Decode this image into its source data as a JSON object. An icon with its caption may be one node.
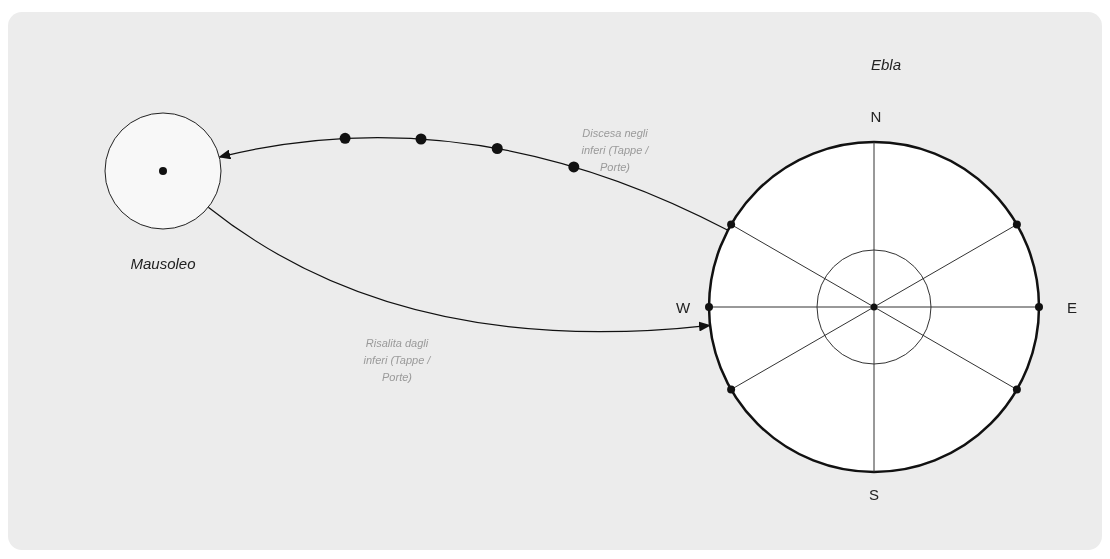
{
  "diagram": {
    "nodes": [
      {
        "text": [
          "Mausoleo"
        ]
      },
      {
        "text": [
          "Ebla"
        ]
      }
    ],
    "edges": [
      {
        "from": 1,
        "to": 0,
        "arrow": "to",
        "label": "Discesa negli inferi (Tappe / Porte)"
      },
      {
        "from": 0,
        "to": 1,
        "arrow": "to",
        "label": "Risalita dagli inferi (Tappe / Porte)"
      }
    ],
    "labels": [
      "N",
      "W",
      "E",
      "S"
    ]
  }
}
